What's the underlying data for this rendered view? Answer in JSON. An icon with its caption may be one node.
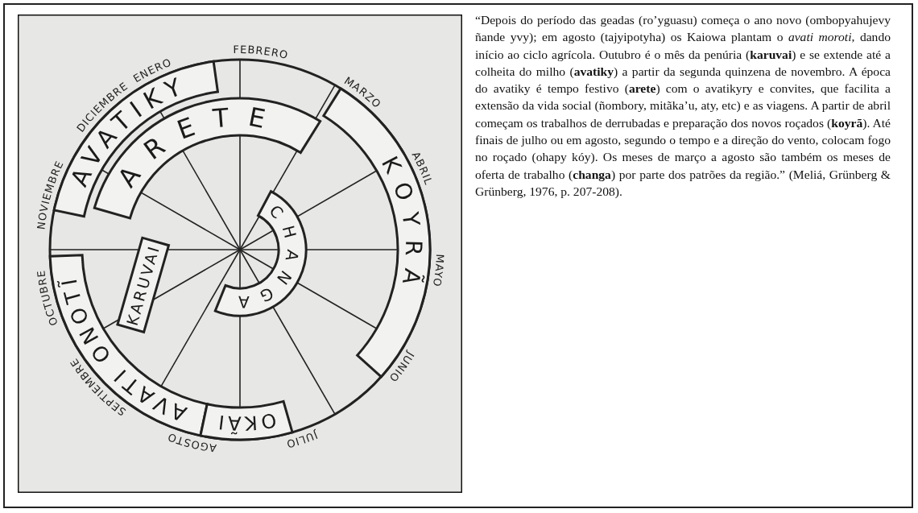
{
  "diagram": {
    "nodes": [
      {
        "text": [
          "AVATIKY"
        ]
      },
      {
        "text": [
          "ARETE"
        ]
      },
      {
        "text": [
          "KOYRÃ"
        ]
      },
      {
        "text": [
          "CHANGA"
        ]
      },
      {
        "text": [
          "KARUVAI"
        ]
      },
      {
        "text": [
          "AVATI ONOTĨ"
        ]
      },
      {
        "text": [
          "OKÃI"
        ]
      }
    ],
    "labels": [
      "ENERO",
      "FEBRERO",
      "MARZO",
      "ABRIL",
      "MAYO",
      "JUNIO",
      "JULIO",
      "AGOSTO",
      "SEPTIEMBRE",
      "OCTUBRE",
      "NOVIEMBRE",
      "DICIEMBRE",
      "“Depois do período das geadas (ro’yguasu) começa o ano novo (ombopyahujevy ñande yvy); em agosto (tajyipotyha) os Kaiowa plantam o *avati moroti*, dando início ao ciclo agrícola. Outubro é o mês da penúria (**karuvai**) e se extende até a colheita do milho (**avatiky**) a partir da segunda quinzena de novembro. A época do avatiky é tempo festivo (**arete**) com o avatikyry e convites, que facilita a extensão da vida social (ñombory, mitãka’u, aty, etc) e as viagens. A partir de abril começam os trabalhos de derrubadas e preparação dos novos roçados (**koyrã**). Até finais de julho ou em agosto, segundo o tempo e a direção do vento, colocam fogo no roçado (ohapy kóy). Os meses de março a agosto são também os meses de oferta de trabalho (**changa**) por parte dos patrões da região.” (Meliá,  Grünberg & Grünberg, 1976, p. 207-208)."
    ]
  }
}
